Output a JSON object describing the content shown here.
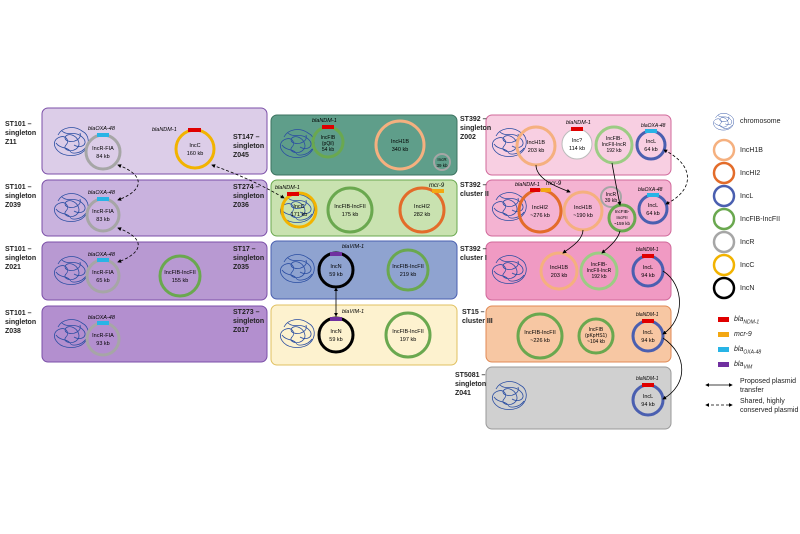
{
  "isolates": {
    "z11": [
      "ST101 –",
      "singleton",
      "Z11"
    ],
    "z039": [
      "ST101 –",
      "singleton",
      "Z039"
    ],
    "z021": [
      "ST101 –",
      "singleton",
      "Z021"
    ],
    "z038": [
      "ST101 –",
      "singleton",
      "Z038"
    ],
    "z045": [
      "ST147 –",
      "singleton",
      "Z045"
    ],
    "z036": [
      "ST274 –",
      "singleton",
      "Z036"
    ],
    "z035": [
      "ST17 –",
      "singleton",
      "Z035"
    ],
    "z017": [
      "ST273 –",
      "singleton",
      "Z017"
    ],
    "z002": [
      "ST392 –",
      "singleton",
      "Z002"
    ],
    "c2": [
      "ST392 –",
      "cluster II"
    ],
    "c1": [
      "ST392 –",
      "cluster I"
    ],
    "c3": [
      "ST15 –",
      "cluster III"
    ],
    "z041": [
      "ST5081 –",
      "singleton",
      "Z041"
    ]
  },
  "gene_labels": {
    "oxa": "blaOXA-48",
    "ndm": "blaNDM-1",
    "vim": "blaVIM-1",
    "mcr": "mcr-9"
  },
  "plasmids": {
    "z11_r": [
      "IncR-FIA",
      "84 kb"
    ],
    "z11_c": [
      "IncC",
      "160 kb"
    ],
    "z039_r": [
      "IncR-FIA",
      "83 kb"
    ],
    "z021_r": [
      "IncR-FIA",
      "65 kb"
    ],
    "z021_f": [
      "IncFIB-IncFII",
      "155 kb"
    ],
    "z038_r": [
      "IncR-FIA",
      "93 kb"
    ],
    "z045_f": [
      "IncFIB",
      "(pQil)",
      "54 kb"
    ],
    "z045_h": [
      "IncH1B",
      "340 kb"
    ],
    "z045_r": [
      "IncR",
      "39 kb"
    ],
    "z036_c": [
      "IncC",
      "171 kb"
    ],
    "z036_f": [
      "IncFIB-IncFII",
      "175 kb"
    ],
    "z036_h": [
      "IncHI2",
      "282 kb"
    ],
    "z035_n": [
      "IncN",
      "59 kb"
    ],
    "z035_f": [
      "IncFIB-IncFII",
      "219 kb"
    ],
    "z017_n": [
      "IncN",
      "59 kb"
    ],
    "z017_f": [
      "IncFIB-IncFII",
      "197 kb"
    ],
    "z002_h": [
      "IncH1B",
      "203 kb"
    ],
    "z002_q": [
      "Inc?",
      "114 kb"
    ],
    "z002_f": [
      "IncFIB-",
      "IncFII-IncR",
      "192 kb"
    ],
    "z002_l": [
      "IncL",
      "64 kb"
    ],
    "c2_h2": [
      "IncHI2",
      "~276 kb"
    ],
    "c2_h1": [
      "IncH1B",
      "~190 kb"
    ],
    "c2_r": [
      "IncR",
      "39 kb"
    ],
    "c2_f": [
      "IncFIB-",
      "IncFII",
      "~159 kb"
    ],
    "c2_l": [
      "IncL",
      "64 kb"
    ],
    "c1_h": [
      "IncH1B",
      "203 kb"
    ],
    "c1_f": [
      "IncFIB-",
      "IncFII-IncR",
      "192 kb"
    ],
    "c1_l": [
      "IncL",
      "94 kb"
    ],
    "c3_f": [
      "IncFIB-IncFII",
      "~226 kb"
    ],
    "c3_k": [
      "IncFIB",
      "(pKpHS1)",
      "~104 kb"
    ],
    "c3_l": [
      "IncL",
      "94 kb"
    ],
    "z041_l": [
      "IncL",
      "94 kb"
    ]
  },
  "legend": {
    "chromosome": "chromosome",
    "replicons": [
      "IncH1B",
      "IncHI2",
      "IncL",
      "IncFIB-IncFII",
      "IncR",
      "IncC",
      "IncN"
    ],
    "genes": [
      {
        "base": "bla",
        "sub": "NDM-1"
      },
      {
        "text": "mcr-9"
      },
      {
        "base": "bla",
        "sub": "OXA-48"
      },
      {
        "base": "bla",
        "sub": "VIM"
      }
    ],
    "transfer": [
      "Proposed plasmid",
      "transfer"
    ],
    "shared": [
      "Shared, highly",
      "conserved plasmid"
    ]
  },
  "colors": {
    "IncH1B": "#f5b07f",
    "IncHI2": "#e36c2a",
    "IncL": "#4a5fb0",
    "IncFIB-IncFII": "#6aa84f",
    "IncR": "#a6a6a6",
    "IncC": "#f2b300",
    "IncN": "#000000",
    "Inc?": "#ffffff",
    "blaNDM-1": "#e00000",
    "mcr-9": "#f3a712",
    "blaOXA-48": "#28b4e6",
    "blaVIM": "#7030a0",
    "chromosome": "#2b4ea2"
  },
  "boxes": {
    "purple": "#dccde8",
    "purple_dark": "#b899d2",
    "teal": "#5f9e8a",
    "green": "#c9e2b0",
    "blue": "#8fa3d0",
    "cream": "#fdf2cf",
    "pink_light": "#f8cfe2",
    "pink": "#f09ac3",
    "orange": "#f7c7a3",
    "grey": "#d0d0d0"
  }
}
